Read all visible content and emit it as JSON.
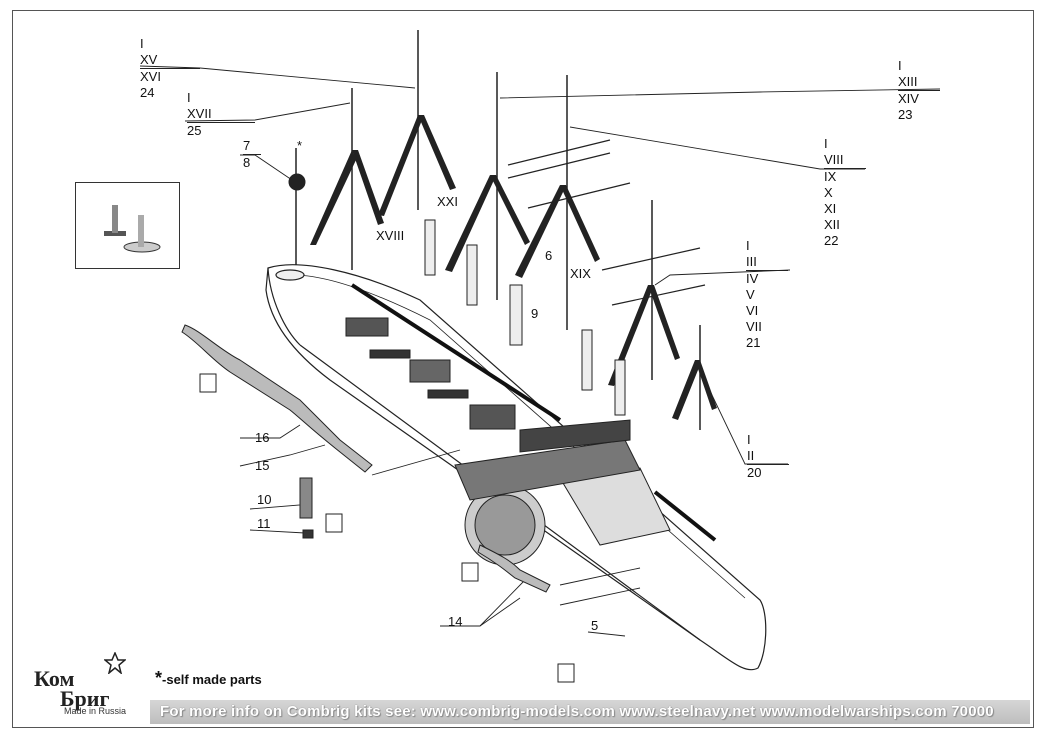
{
  "labels": {
    "group_top_left": [
      "I",
      "XV",
      "XVI",
      "24"
    ],
    "group_top_left_2": [
      "I",
      "XVII",
      "25"
    ],
    "group_top_right": [
      "I",
      "XIII",
      "XIV",
      "23"
    ],
    "group_right_1": [
      "I",
      "VIII",
      "IX",
      "X",
      "XI",
      "XII",
      "22"
    ],
    "group_right_2": [
      "I",
      "III",
      "IV",
      "V",
      "VI",
      "VII",
      "21"
    ],
    "group_right_3": [
      "I",
      "II",
      "20"
    ],
    "stack_7_8": [
      "7",
      "8"
    ],
    "star_marker": "*",
    "xxi": "XXI",
    "xviii": "XVIII",
    "six": "6",
    "xix": "XIX",
    "nine": "9",
    "sixteen": "16",
    "fifteen": "15",
    "ten": "10",
    "eleven": "11",
    "fourteen": "14",
    "five": "5"
  },
  "footer": {
    "self_made_star": "*",
    "self_made_text": "-self made parts",
    "logo_top": "Ком",
    "logo_bottom": "Бриг",
    "made_in": "Made in Russia",
    "info_text": "For more info on Combrig kits see: www.combrig-models.com www.steelnavy.net  www.modelwarships.com   70000"
  }
}
